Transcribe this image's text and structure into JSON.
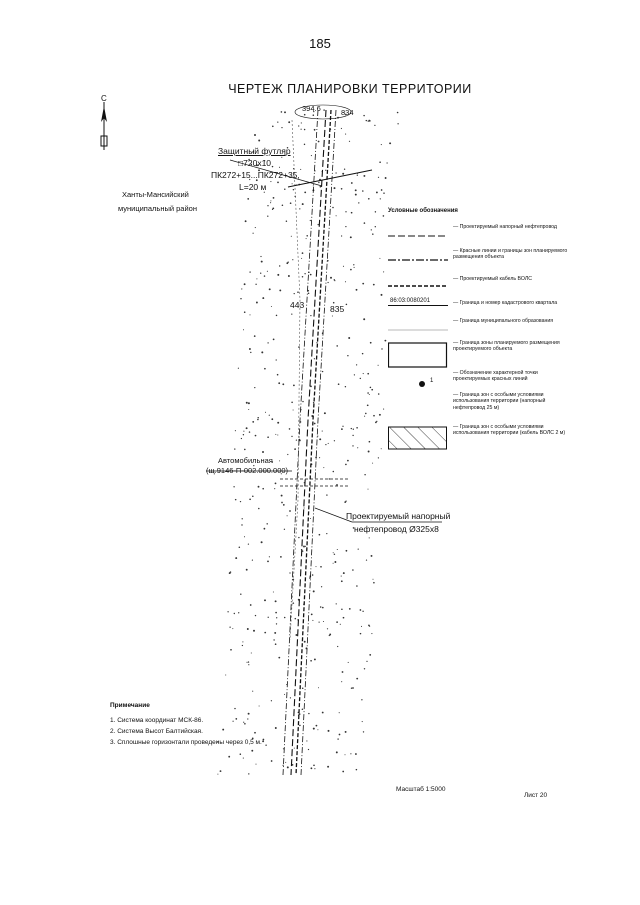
{
  "page_number": "185",
  "title": "ЧЕРТЕЖ ПЛАНИРОВКИ ТЕРРИТОРИИ",
  "north_letter": "С",
  "map_labels": {
    "quarter_top_left": "394.6",
    "quarter_top_right": "834",
    "casing_title": "Защитный футляр",
    "casing_size": "□720х10",
    "casing_range": "ПК272+15...ПК272+35,",
    "casing_length": "L=20 м",
    "municipality_line1": "Ханты-Мансийский",
    "municipality_line2": "муниципальный район",
    "quarter_mid_left": "443",
    "quarter_mid_right": "835",
    "road_line1": "Автомобильная",
    "road_line2": "(щ.9146-П-002.000.000)",
    "pipeline_line1": "Проектируемый напорный",
    "pipeline_line2": "нефтепровод Ø325х8"
  },
  "legend": {
    "title": "Условные обозначения",
    "items": [
      {
        "symbol": "dash-line",
        "text": "— Проектируемый напорный нефтепровод"
      },
      {
        "symbol": "dash-dot-line",
        "text": "— Красные линии и границы зон планируемого размещения объекта"
      },
      {
        "symbol": "dashed-thick-line",
        "text": "— Проектируемый кабель ВОЛС"
      },
      {
        "symbol": "cadastral-number",
        "text": "— Граница и номер кадастрового квартала",
        "code": "86:03:0080201"
      },
      {
        "symbol": "thin-line",
        "text": "— Граница муниципального образования"
      },
      {
        "symbol": "rectangle",
        "text": "— Граница зоны планируемого размещения проектируемого объекта"
      },
      {
        "symbol": "dot",
        "text": "— Обозначение характерной точки проектируемых красных линий",
        "point_label": "1"
      },
      {
        "symbol": "none",
        "text": "— Граница зон с особыми условиями использования территории (напорный нефтепровод 25 м)"
      },
      {
        "symbol": "hatched-rectangle",
        "text": "— Граница зон с особыми условиями использования территории (кабель ВОЛС 2 м)"
      }
    ]
  },
  "notes": {
    "title": "Примечание",
    "items": [
      "1. Система координат МСК-86.",
      "2. Система Высот Балтийская.",
      "3. Сплошные горизонтали проведены через 0,5 м."
    ]
  },
  "scale": "Масштаб 1:5000",
  "sheet": "Лист 20"
}
